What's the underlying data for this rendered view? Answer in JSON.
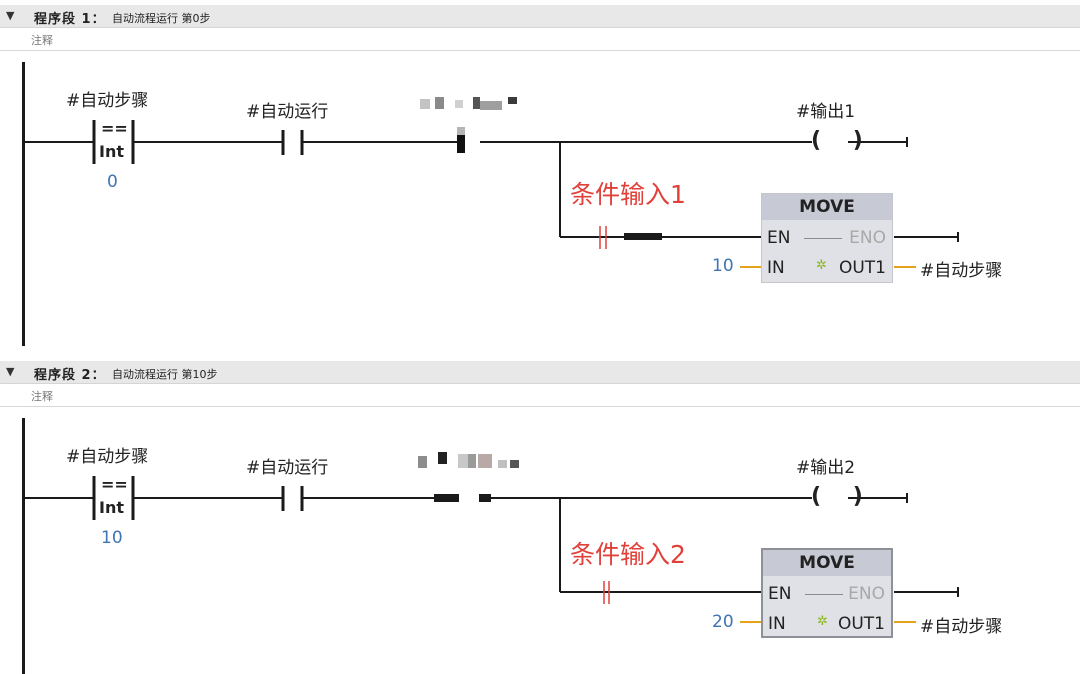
{
  "segments": [
    {
      "header": {
        "name": "程序段 1：",
        "title": "自动流程运行 第0步"
      },
      "comment": "注释",
      "compare": {
        "operand": "#自动步骤",
        "op": "==",
        "type": "Int",
        "value": "0"
      },
      "contact": {
        "label": "#自动运行"
      },
      "coil": {
        "label": "#输出1",
        "symbol": "( )"
      },
      "annotation": "条件输入1",
      "move": {
        "title": "MOVE",
        "en": "EN",
        "eno": "ENO",
        "in": "IN",
        "out": "OUT1",
        "in_value": "10",
        "out_value": "#自动步骤"
      }
    },
    {
      "header": {
        "name": "程序段 2：",
        "title": "自动流程运行 第10步"
      },
      "comment": "注释",
      "compare": {
        "operand": "#自动步骤",
        "op": "==",
        "type": "Int",
        "value": "10"
      },
      "contact": {
        "label": "#自动运行"
      },
      "coil": {
        "label": "#输出2",
        "symbol": "( )"
      },
      "annotation": "条件输入2",
      "move": {
        "title": "MOVE",
        "en": "EN",
        "eno": "ENO",
        "in": "IN",
        "out": "OUT1",
        "in_value": "20",
        "out_value": "#自动步骤"
      }
    }
  ],
  "colors": {
    "wire": "#1a1a1a",
    "value_blue": "#3f74b5",
    "annotation_red": "#e0413a",
    "pin_orange": "#e5a21b"
  }
}
